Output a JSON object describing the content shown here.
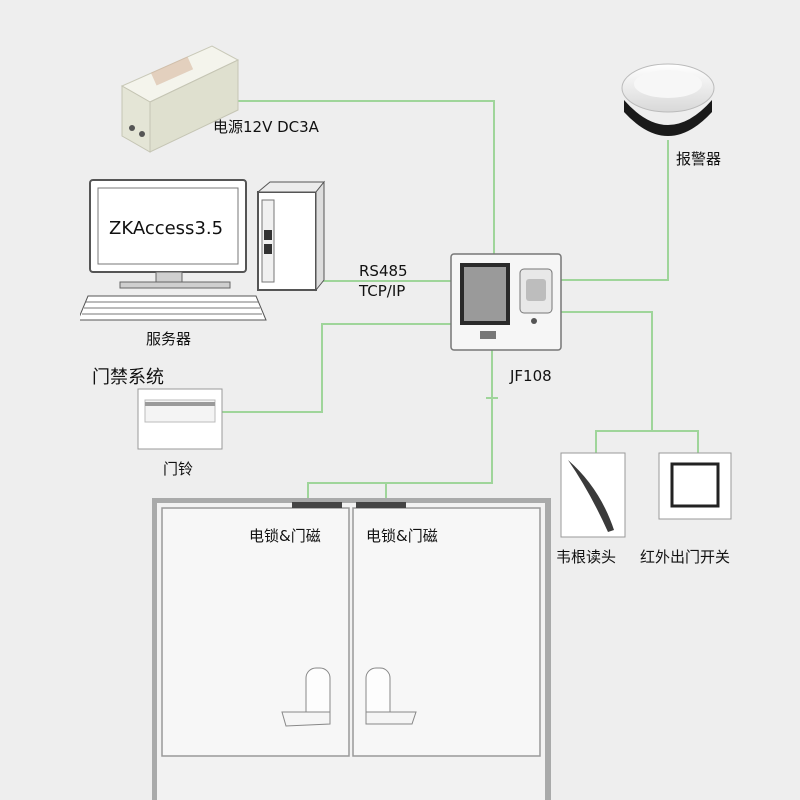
{
  "labels": {
    "power": "电源12V DC3A",
    "alarm": "报警器",
    "software": "ZKAccess3.5",
    "server": "服务器",
    "rs485": "RS485",
    "tcpip": "TCP/IP",
    "system": "门禁系统",
    "device": "JF108",
    "doorbell": "门铃",
    "lock_left": "电锁&门磁",
    "lock_right": "电锁&门磁",
    "wiegand": "韦根读头",
    "exit_button": "红外出门开关"
  },
  "colors": {
    "wire": "#9fd59a",
    "background": "#eeeeee",
    "door_frame": "#a9aaaa"
  }
}
